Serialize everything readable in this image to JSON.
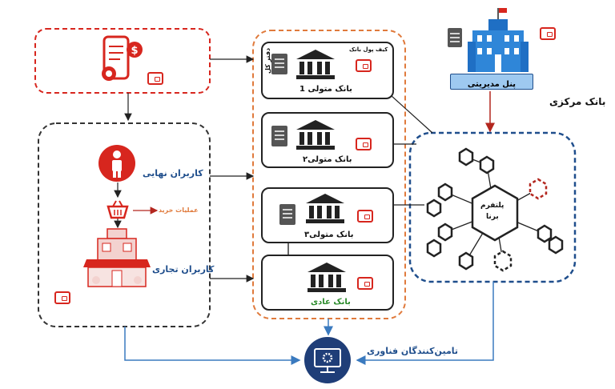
{
  "central_bank": {
    "label": "بانک مرکزی",
    "panel": "پنل مدیریتی"
  },
  "custodian_banks": [
    {
      "label": "بانک متولی 1",
      "main_office": "دفتر کل",
      "wallet_label": "کیف پول بانک"
    },
    {
      "label": "بانک متولی۲"
    },
    {
      "label": "بانک متولی۳"
    }
  ],
  "regular_bank": {
    "label": "بانک عادی"
  },
  "platform": {
    "line1": "پلتفرم",
    "line2": "برنا"
  },
  "end_users": {
    "label": "کاربران نهایی",
    "purchase": "عملیات خرید"
  },
  "merchants": {
    "label": "کاربران تجاری"
  },
  "tech_providers": {
    "label": "تامین‌کنندگان فناوری"
  },
  "colors": {
    "red": "#d7261e",
    "orange": "#e07a3c",
    "blue": "#1f4e8c",
    "dark": "#222222",
    "edge_blue": "#3a7abf"
  }
}
